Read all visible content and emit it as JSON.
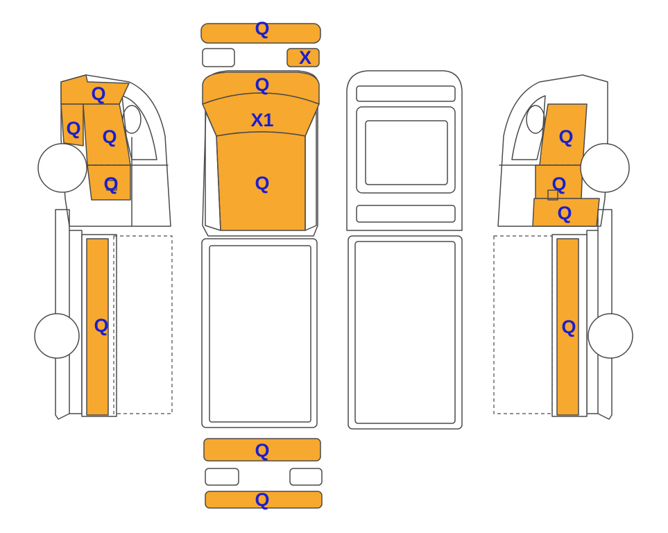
{
  "colors": {
    "damage_fill": "#F7A82E",
    "label_text": "#1B1FCC",
    "outline": "#4A4A4A",
    "background": "#FFFFFF"
  },
  "labels": {
    "front_bumper_top": "Q",
    "front_panel_right": "X",
    "hood_front": "Q",
    "windshield": "X1",
    "roof": "Q",
    "rear_bumper_top": "Q",
    "rear_bumper_bottom": "Q",
    "left_cab_top": "Q",
    "left_cab_side": "Q",
    "left_door": "Q",
    "left_door_lower": "Q",
    "left_bed_side": "Q",
    "right_door": "Q",
    "right_door_lower": "Q",
    "right_step": "Q",
    "right_bed_side": "Q"
  }
}
